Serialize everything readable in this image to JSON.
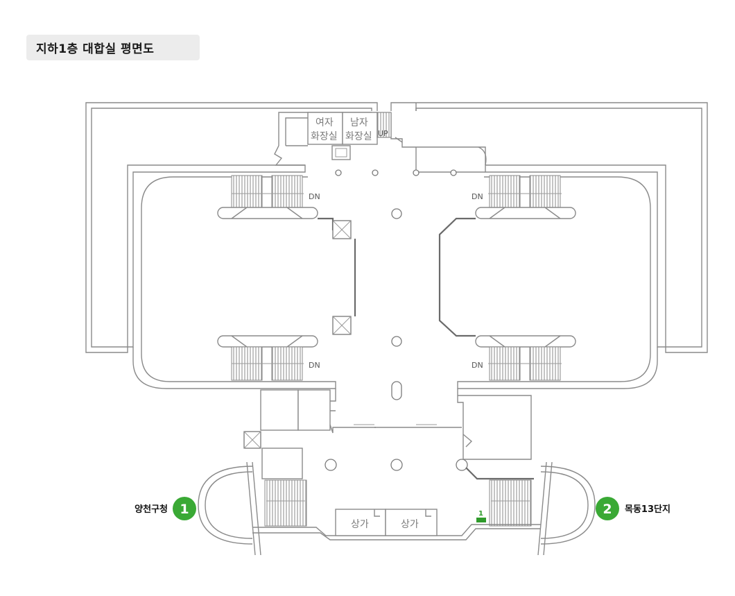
{
  "header": {
    "title": "지하1층 대합실 평면도"
  },
  "rooms": {
    "women_restroom": [
      "여자",
      "화장실"
    ],
    "men_restroom": [
      "남자",
      "화장실"
    ],
    "up": "UP",
    "shop1": "상가",
    "shop2": "상가"
  },
  "stairs": {
    "down": "DN"
  },
  "exits": [
    {
      "num": "1",
      "name": "양천구청"
    },
    {
      "num": "2",
      "name": "목동13단지"
    }
  ],
  "marker": {
    "label": "1"
  },
  "colors": {
    "exit_green": "#3aa935",
    "marker_green": "#2f9a2b",
    "wall": "#8a8a8a"
  }
}
